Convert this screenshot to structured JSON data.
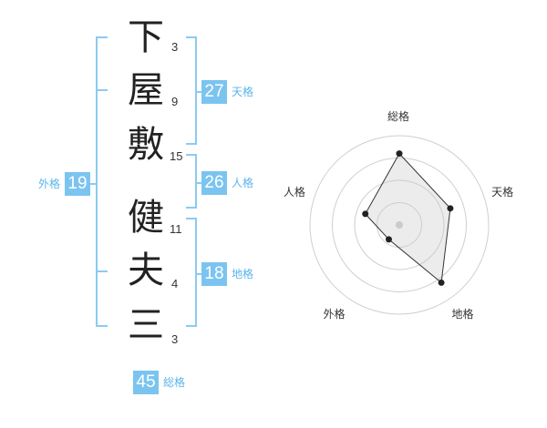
{
  "characters": [
    {
      "char": "下",
      "strokes": "3"
    },
    {
      "char": "屋",
      "strokes": "9"
    },
    {
      "char": "敷",
      "strokes": "15"
    },
    {
      "char": "健",
      "strokes": "11"
    },
    {
      "char": "夫",
      "strokes": "4"
    },
    {
      "char": "三",
      "strokes": "3"
    }
  ],
  "kaku": {
    "tenkaku": {
      "label": "天格",
      "value": "27"
    },
    "jinkaku": {
      "label": "人格",
      "value": "26"
    },
    "chikaku": {
      "label": "地格",
      "value": "18"
    },
    "gaikaku": {
      "label": "外格",
      "value": "19"
    },
    "soukaku": {
      "label": "総格",
      "value": "45"
    }
  },
  "colors": {
    "accent": "#7cc4f0",
    "accent_text": "#5ab4ec",
    "bracket": "#8ccaf2"
  },
  "chart_data": {
    "type": "radar",
    "axes": [
      "総格",
      "天格",
      "地格",
      "外格",
      "人格"
    ],
    "values": [
      4,
      3,
      4,
      1,
      2
    ],
    "max": 5,
    "rings": 4
  }
}
